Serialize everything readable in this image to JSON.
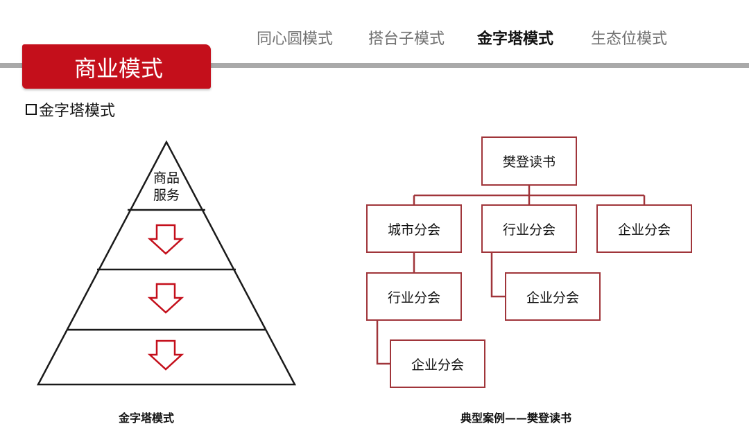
{
  "nav": {
    "tabs": [
      {
        "label": "同心圆模式",
        "active": false
      },
      {
        "label": "搭台子模式",
        "active": false
      },
      {
        "label": "金字塔模式",
        "active": true
      },
      {
        "label": "生态位模式",
        "active": false
      }
    ]
  },
  "header": {
    "title": "商业模式",
    "accent_color": "#c40f1b"
  },
  "section": {
    "title": "金字塔模式"
  },
  "pyramid": {
    "top_label": "商品\n服务",
    "arrow_icon": "down-arrow-outline",
    "arrow_color": "#c40f1b",
    "caption": "金字塔模式"
  },
  "org_chart": {
    "root": "樊登读书",
    "level1": [
      "城市分会",
      "行业分会",
      "企业分会"
    ],
    "level2_city": "行业分会",
    "level3_city": "企业分会",
    "level2_industry": "企业分会",
    "border_color": "#a0353a",
    "caption": "典型案例——樊登读书"
  }
}
